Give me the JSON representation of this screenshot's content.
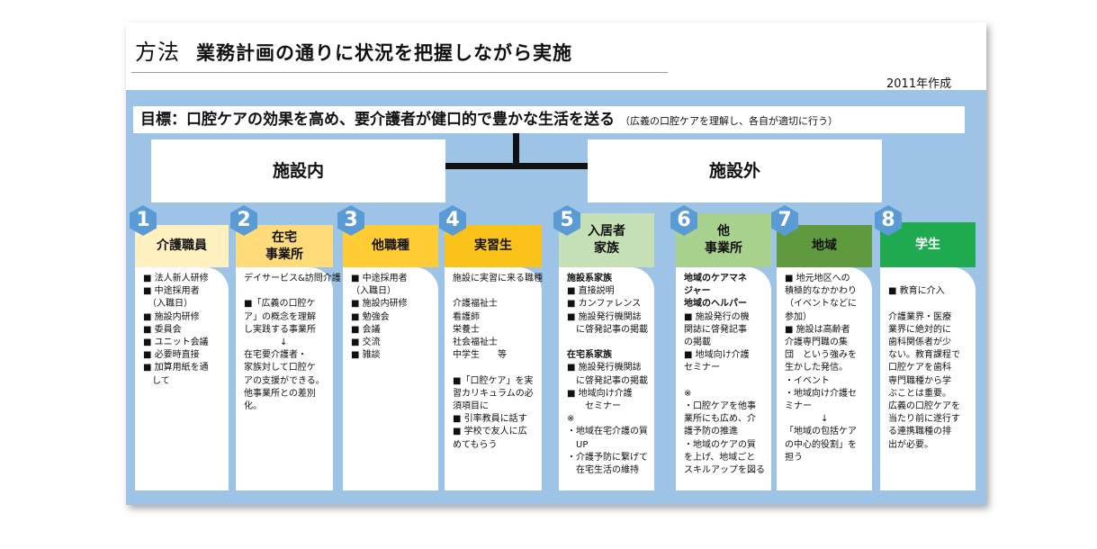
{
  "title": {
    "prefix": "方法",
    "text": "業務計画の通りに状況を把握しながら実施"
  },
  "date": "2011年作成",
  "goal": {
    "text": "目標：口腔ケアの効果を高め、要介護者が健口的で豊かな生活を送る",
    "note": "（広義の口腔ケアを理解し、各自が適切に行う）"
  },
  "inside": "施設内",
  "outside": "施設外",
  "colors": {
    "panel": "#9dc3e6",
    "badge": "#5b9bd5"
  },
  "columns": [
    {
      "num": "1",
      "label": "介護職員",
      "color": "#fff0c0",
      "text": "#111",
      "lines": [
        "■ 法人新人研修",
        "■ 中途採用者",
        "　（入職日）",
        "■ 施設内研修",
        "■ 委員会",
        "■ ユニット会議",
        "■ 必要時直接",
        "■ 加算用紙を通",
        "　して"
      ],
      "bold": []
    },
    {
      "num": "2",
      "label": "在宅\n事業所",
      "color": "#ffdb7a",
      "text": "#111",
      "lines": [
        "デイサービス&訪問介護",
        "",
        "■「広義の口腔ケ",
        "ア」の概念を理解",
        "し実践する事業所",
        "　　　　↓",
        "在宅要介護者・",
        "家族対して口腔ケ",
        "アの支援ができる。",
        "他事業所との差別",
        "化。"
      ],
      "bold": []
    },
    {
      "num": "3",
      "label": "他職種",
      "color": "#ffcc33",
      "text": "#111",
      "lines": [
        "■ 中途採用者",
        "（入職日）",
        "■ 施設内研修",
        "■ 勉強会",
        "■ 会議",
        "■ 交流",
        "■ 雑談"
      ],
      "bold": []
    },
    {
      "num": "4",
      "label": "実習生",
      "color": "#fbc31a",
      "text": "#111",
      "lines": [
        "施設に実習に来る職種",
        "",
        "介護福祉士",
        "看護師",
        "栄養士",
        "社会福祉士",
        "中学生　　等",
        "",
        "■「口腔ケア」を実",
        "習カリキュラムの必",
        "須項目に",
        "■ 引率教員に話す",
        "■ 学校で友人に広",
        "めてもらう"
      ],
      "bold": []
    },
    {
      "num": "5",
      "label": "入居者\n家族",
      "color": "#c5e0b4",
      "text": "#111",
      "lines": [
        "施設系家族",
        "■ 直接説明",
        "■ カンファレンス",
        "■ 施設発行機関誌",
        "　に啓発記事の掲載",
        "",
        "在宅系家族",
        "■ 施設発行機関誌",
        "　に啓発記事の掲載",
        "■ 地域向け介護",
        "　　セミナー",
        "※",
        "・地域在宅介護の質",
        "　UP",
        "・介護予防に繋げて",
        "　在宅生活の維持"
      ],
      "bold": [
        0,
        6
      ]
    },
    {
      "num": "6",
      "label": "他\n事業所",
      "color": "#a9d18e",
      "text": "#111",
      "lines": [
        "地域のケアマネ",
        "ジャー",
        "地域のヘルパー",
        "■ 施設発行の機",
        "関誌に啓発記事",
        "の掲載",
        "■ 地域向け介護",
        "セミナー",
        "",
        "※",
        "・口腔ケアを他事",
        "業所にも広め、介",
        "護予防の推進",
        "・地域のケアの質",
        "を上げ、地域ごと",
        "スキルアップを図る"
      ],
      "bold": [
        0,
        1,
        2
      ]
    },
    {
      "num": "7",
      "label": "地域",
      "color": "#609a3e",
      "text": "#111",
      "lines": [
        "■ 地元地区への",
        "積極的なかかわり",
        "（イベントなどに",
        "参加）",
        "■ 施設は高齢者",
        "介護専門職の集",
        "団　という強みを",
        "生かした発信。",
        "・イベント",
        "・地域向け介護セ",
        "ミナー",
        "　　　　↓",
        "「地域の包括ケア",
        "の中心的役割」を",
        "担う"
      ],
      "bold": []
    },
    {
      "num": "8",
      "label": "学生",
      "color": "#1faa4f",
      "text": "#fff",
      "lines": [
        "",
        "■ 教育に介入",
        "",
        "介護業界・医療",
        "業界に絶対的に",
        "歯科関係者が少",
        "ない。教育課程で",
        "口腔ケアを歯科",
        "専門職種から学",
        "ぶことは重要。",
        "広義の口腔ケアを",
        "当たり前に遂行す",
        "る連携職種の排",
        "出が必要。"
      ],
      "bold": []
    }
  ]
}
